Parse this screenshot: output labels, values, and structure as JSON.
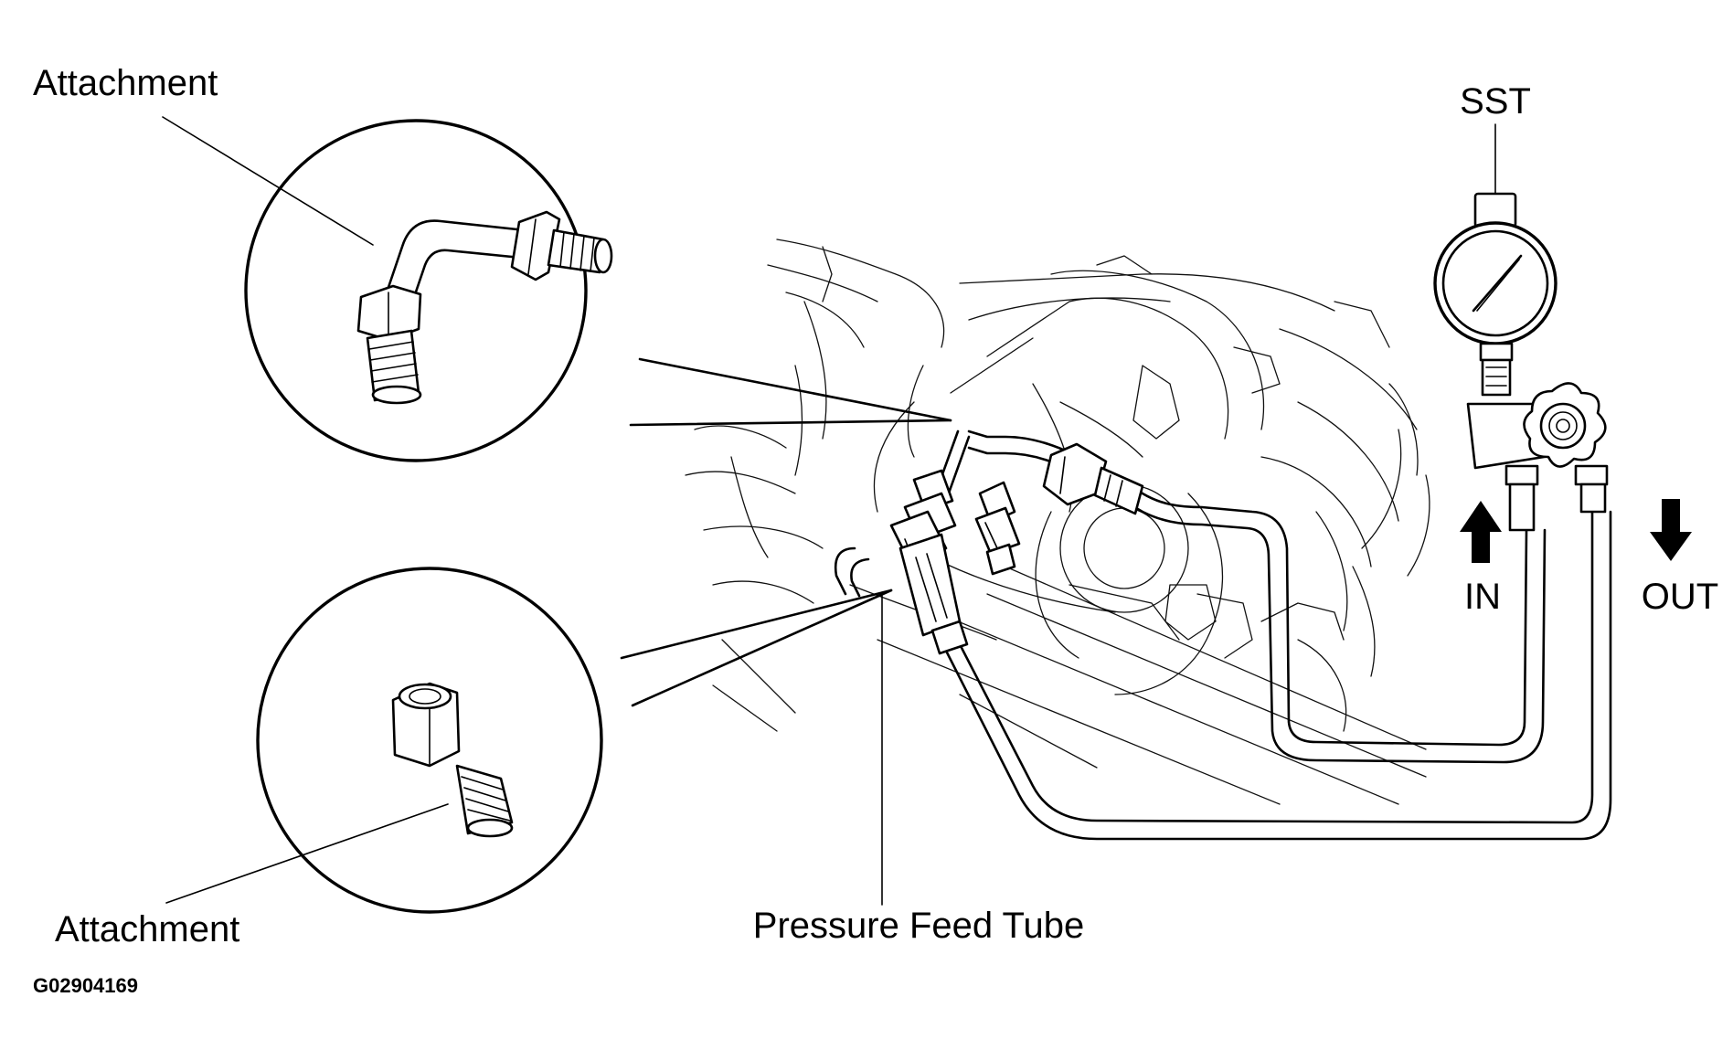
{
  "labels": {
    "attachment_top": "Attachment",
    "attachment_bottom": "Attachment",
    "sst": "SST",
    "in": "IN",
    "out": "OUT",
    "pressure_feed_tube": "Pressure Feed Tube",
    "figure_code": "G02904169"
  },
  "colors": {
    "ink": "#000000",
    "background": "#ffffff"
  },
  "icons": {
    "in_arrow": "arrow-up-icon",
    "out_arrow": "arrow-down-icon"
  }
}
